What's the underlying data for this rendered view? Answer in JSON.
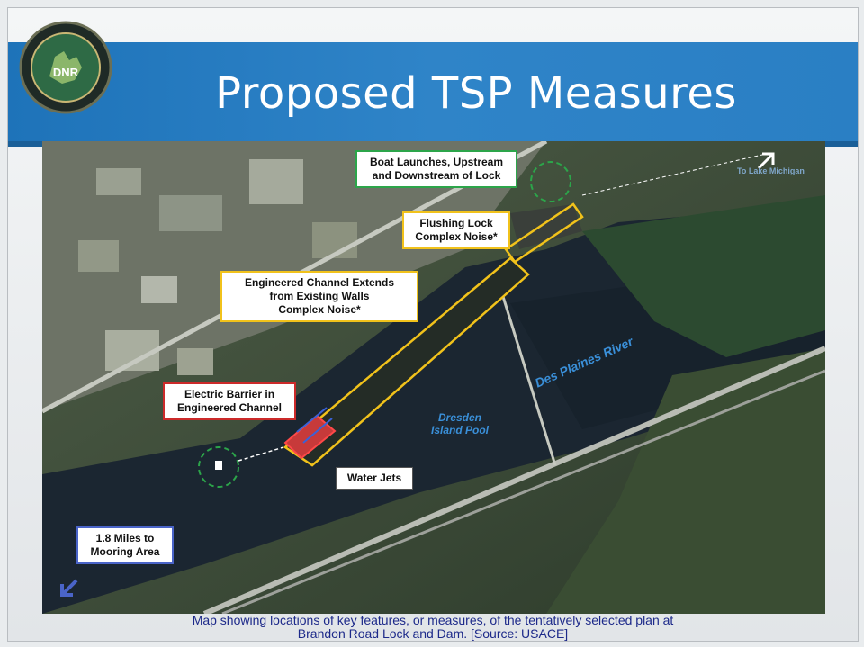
{
  "slide": {
    "title": "Proposed TSP Measures",
    "logo_text": "DNR",
    "logo_icon": "michigan-dnr-seal-icon"
  },
  "map": {
    "labels": {
      "boat_launches": "Boat Launches, Upstream\nand Downstream of Lock",
      "flushing_lock": "Flushing Lock\nComplex Noise*",
      "engineered_channel": "Engineered Channel Extends\nfrom Existing Walls\nComplex Noise*",
      "electric_barrier": "Electric Barrier in\nEngineered Channel",
      "water_jets": "Water Jets",
      "miles_to_mooring": "1.8 Miles to\nMooring Area",
      "to_lake": "To Lake Michigan",
      "river": "Des Plaines River",
      "pool": "Dresden\nIsland Pool"
    },
    "arrows": {
      "upstream_icon": "arrow-up-right-icon",
      "downstream_icon": "arrow-down-left-icon"
    },
    "colors": {
      "boat_launch": "#2ca54a",
      "channel": "#f1c21b",
      "barrier": "#cc2a2a",
      "mooring": "#4a64c8"
    }
  },
  "caption": "Map showing locations of key features, or measures, of the tentatively selected plan at\nBrandon Road Lock and Dam. [Source: USACE]"
}
